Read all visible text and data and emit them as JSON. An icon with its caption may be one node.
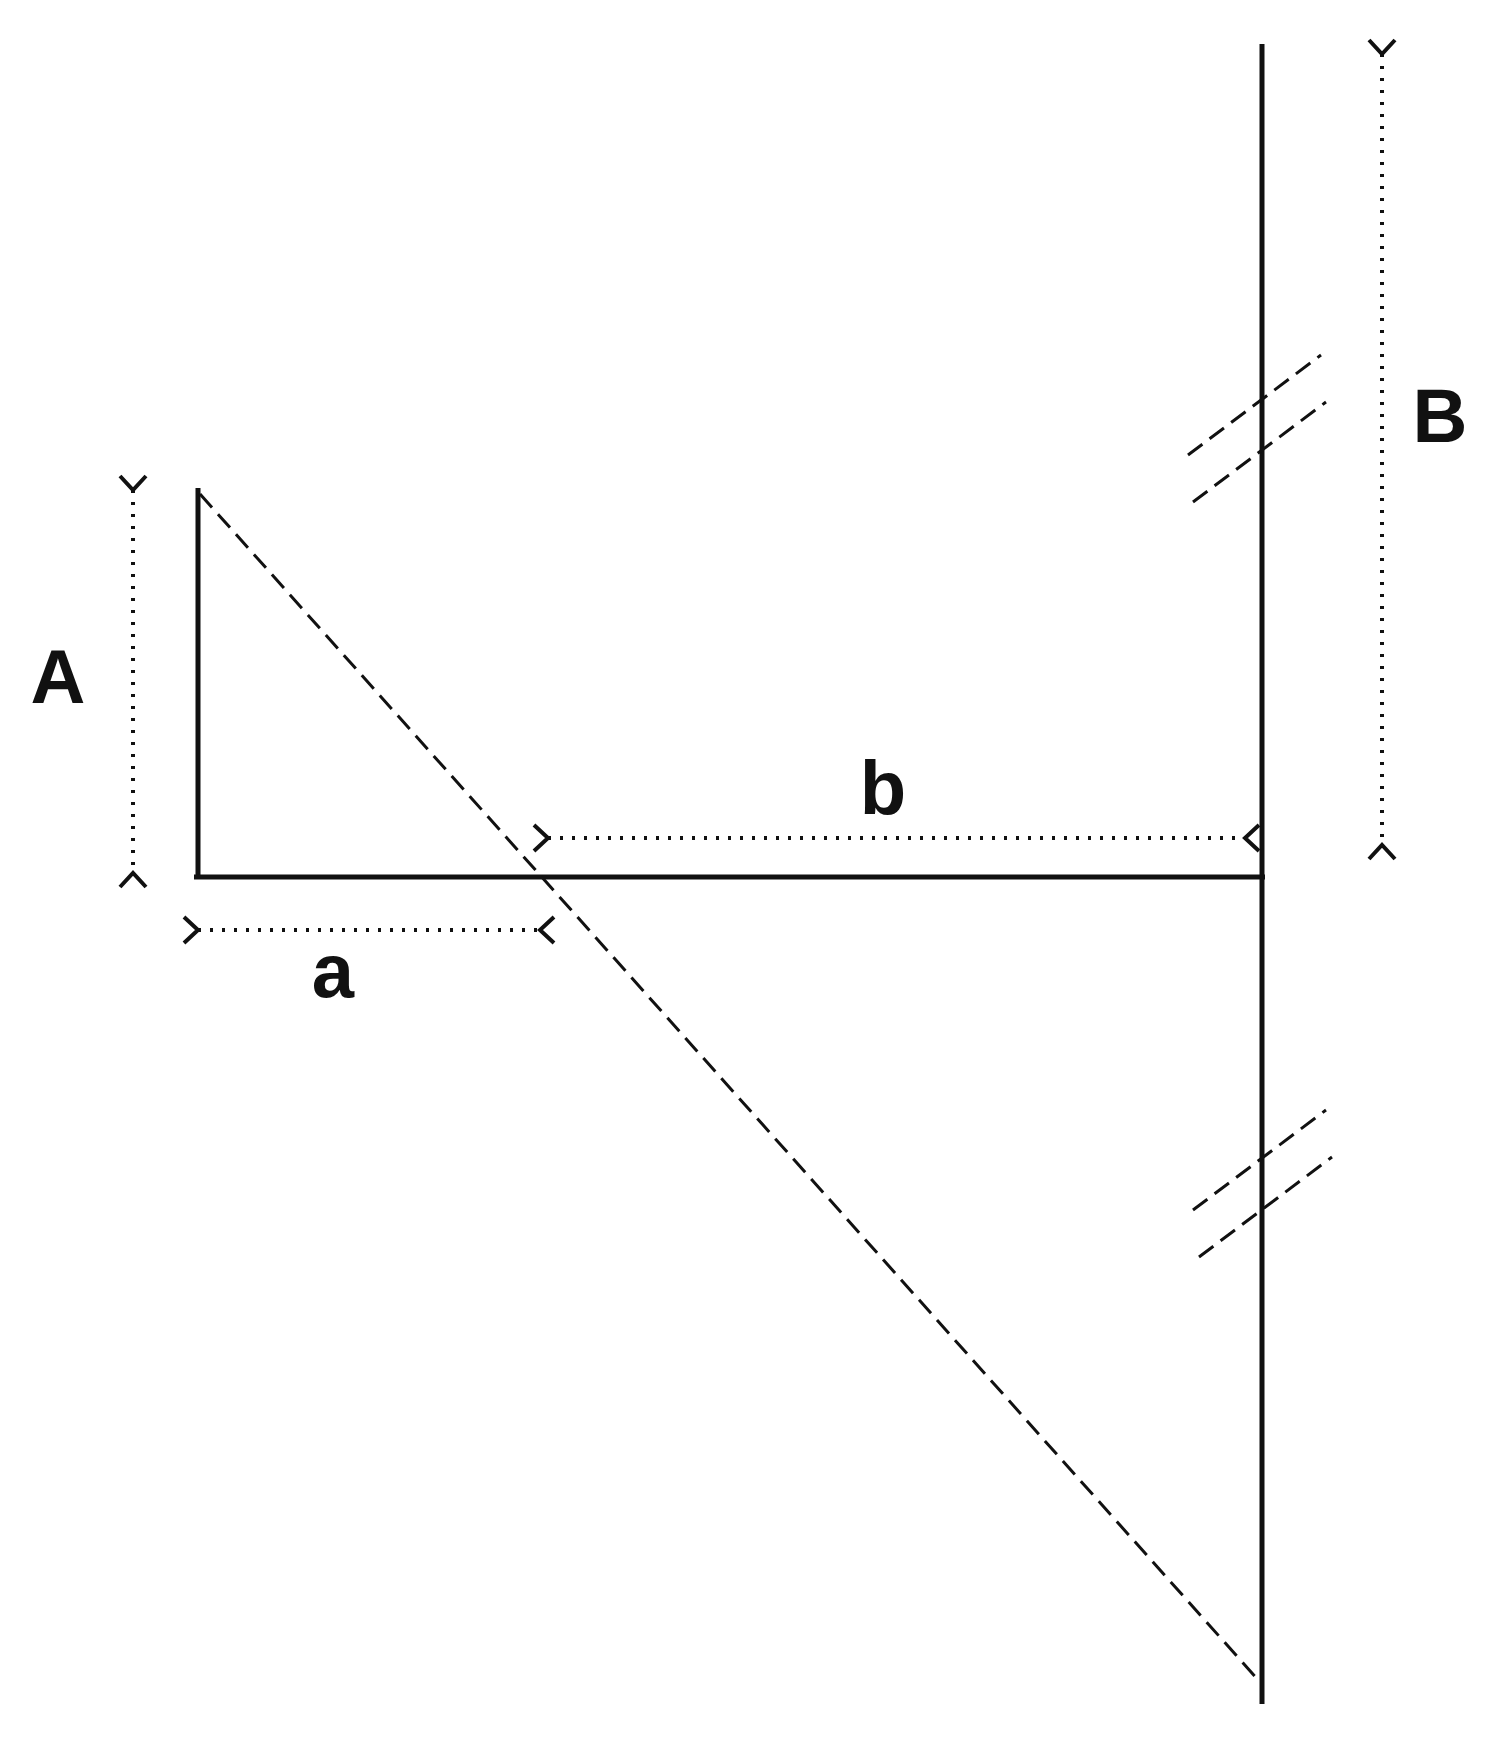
{
  "diagram": {
    "labels": [
      "B",
      "A",
      "b",
      "a"
    ]
  }
}
